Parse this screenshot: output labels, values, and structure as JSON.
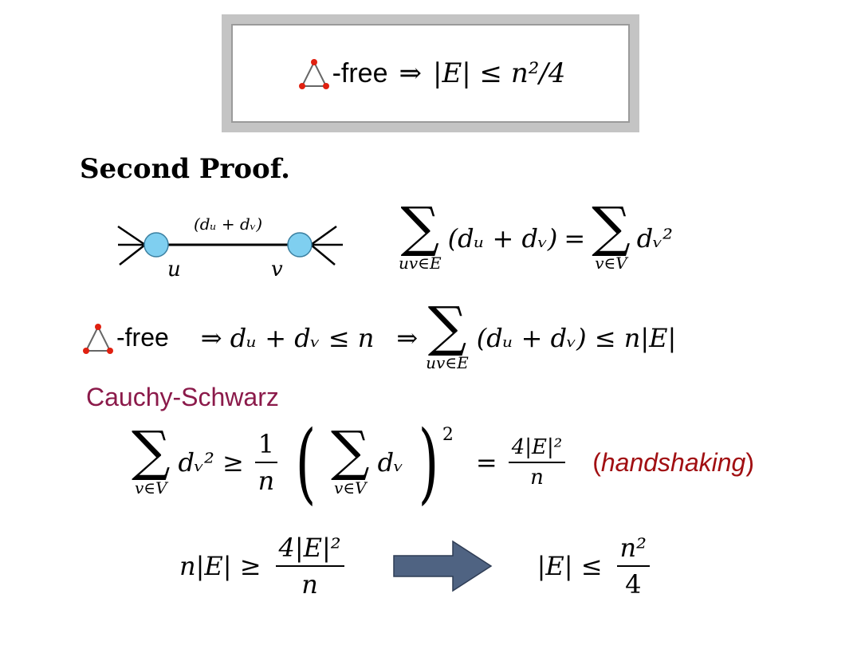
{
  "theorem": {
    "free_label": "-free",
    "implies": "⇒",
    "bound": "|E| ≤ n²/4"
  },
  "proof_title": "Second Proof.",
  "edge_diagram": {
    "edge_label": "(dᵤ + dᵥ)",
    "vertex_u": "u",
    "vertex_v": "v",
    "vertex_color": "#7fcff0"
  },
  "eq1": {
    "sum_sub_left": "uv∈E",
    "term_left": "(dᵤ + dᵥ)",
    "equals": "=",
    "sum_sub_right": "v∈V",
    "term_right": "dᵥ²"
  },
  "line2": {
    "free_label": "-free",
    "implication1": "⇒ dᵤ + dᵥ ≤ n",
    "implication2": "⇒",
    "sum_sub": "uv∈E",
    "term": "(dᵤ + dᵥ) ≤ n|E|"
  },
  "cauchy_schwarz": {
    "label": "Cauchy-Schwarz",
    "label_color": "#8b1a4a",
    "lhs_sub": "v∈V",
    "lhs_term": "dᵥ² ≥",
    "frac_num": "1",
    "frac_den": "n",
    "inner_sub": "v∈V",
    "inner_term": "dᵥ",
    "outer_exp": "2",
    "equals": "=",
    "rhs_num": "4|E|²",
    "rhs_den": "n",
    "annotation_open": "(",
    "annotation_text": "handshaking",
    "annotation_close": ")",
    "annotation_color": "#a10f12"
  },
  "conclusion": {
    "lhs": "n|E| ≥",
    "frac_num": "4|E|²",
    "frac_den": "n",
    "arrow_color": "#4f6382",
    "rhs": "|E| ≤",
    "rhs_num": "n²",
    "rhs_den": "4"
  }
}
